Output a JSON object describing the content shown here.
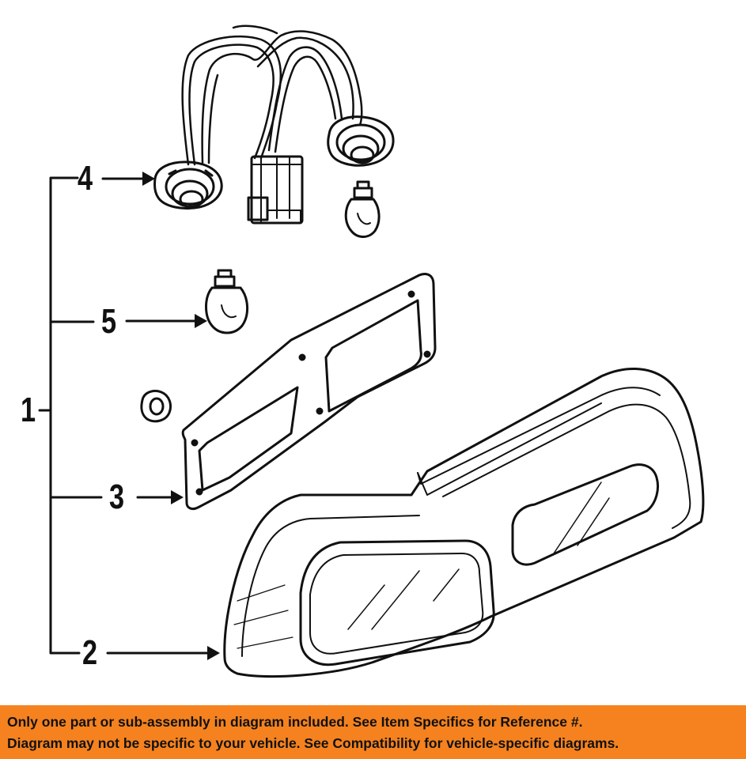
{
  "callouts": {
    "c1": "1",
    "c2": "2",
    "c3": "3",
    "c4": "4",
    "c5": "5"
  },
  "notice": {
    "line1": "Only one part or sub-assembly in diagram included. See Item Specifics for Reference #.",
    "line2": "Diagram may not be specific to your vehicle. See Compatibility for vehicle-specific diagrams."
  },
  "colors": {
    "banner": "#f5821f",
    "ink": "#111111",
    "background": "#ffffff"
  }
}
